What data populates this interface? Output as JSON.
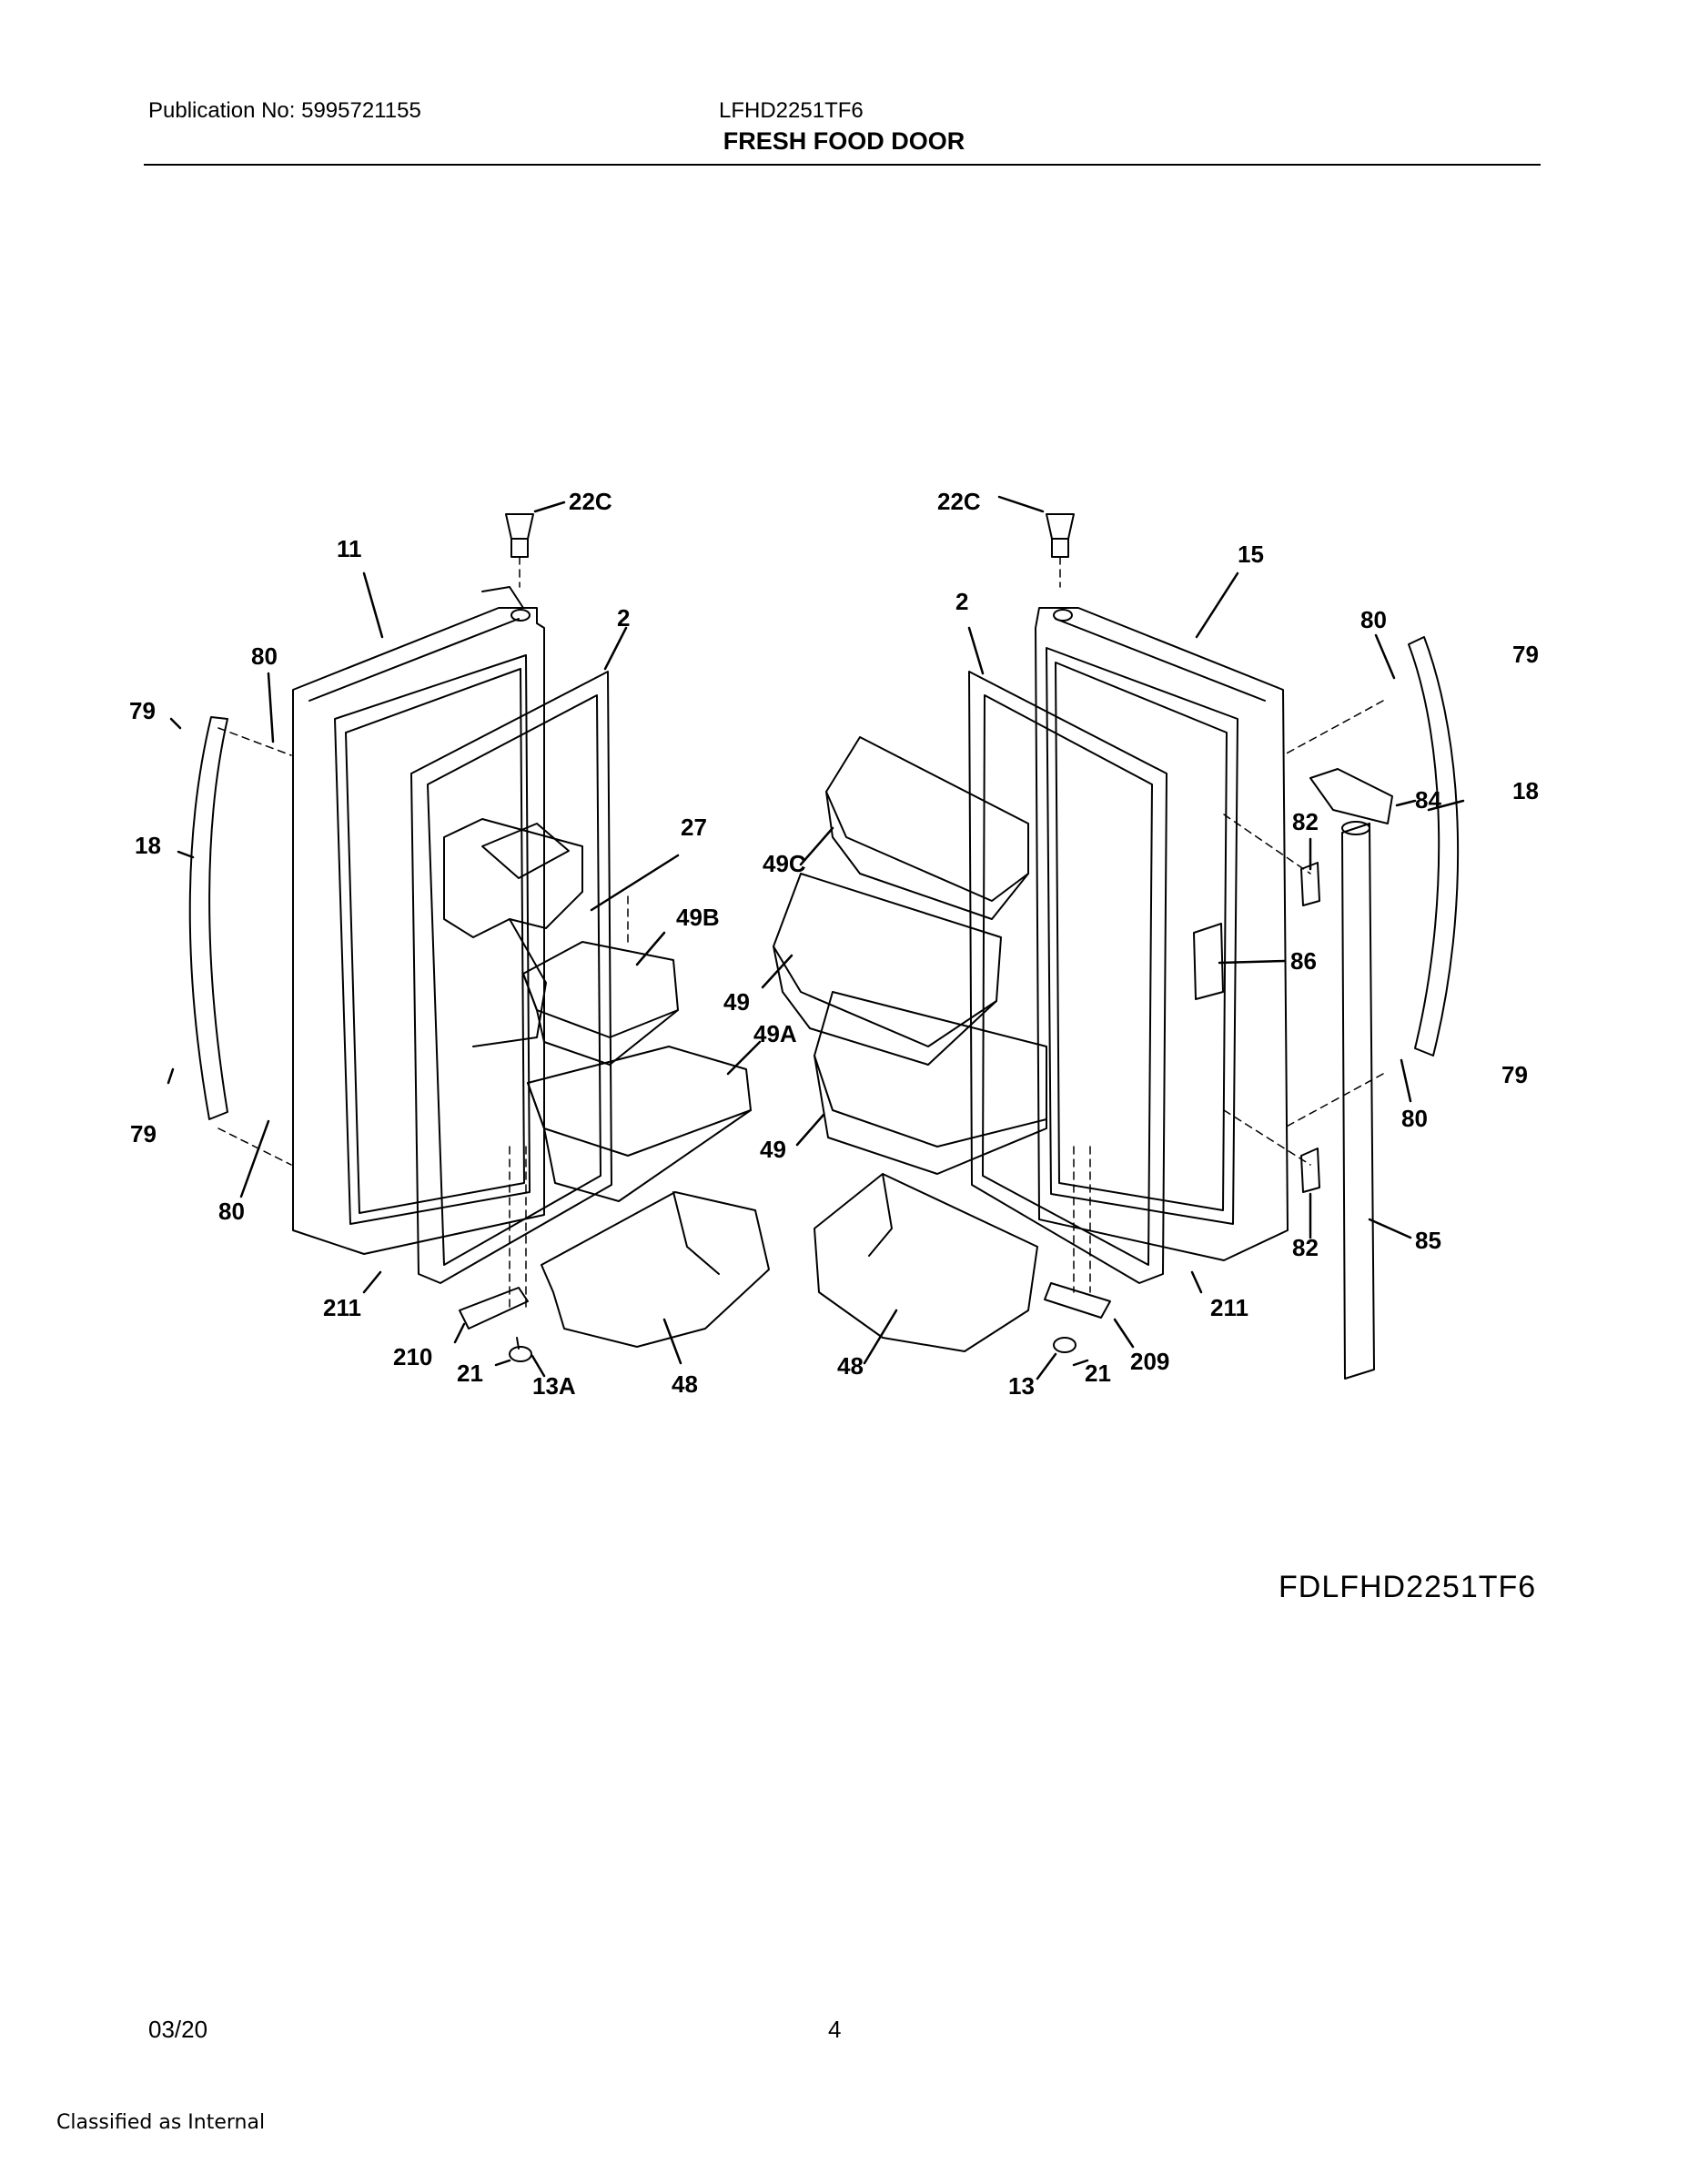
{
  "header": {
    "publication": "Publication No: 5995721155",
    "model": "LFHD2251TF6",
    "title": "FRESH FOOD DOOR"
  },
  "parts": {
    "p22c_left": "22C",
    "p22c_right": "22C",
    "p11": "11",
    "p15": "15",
    "p2_left": "2",
    "p2_right": "2",
    "p80_tl": "80",
    "p80_bl": "80",
    "p80_tr": "80",
    "p80_br": "80",
    "p79_tl": "79",
    "p79_bl": "79",
    "p79_tr": "79",
    "p79_br": "79",
    "p18_left": "18",
    "p18_right": "18",
    "p27": "27",
    "p49b": "49B",
    "p49a": "49A",
    "p49c": "49C",
    "p49_upper": "49",
    "p49_lower": "49",
    "p84": "84",
    "p82_upper": "82",
    "p82_lower": "82",
    "p86": "86",
    "p85": "85",
    "p211_left": "211",
    "p211_right": "211",
    "p210": "210",
    "p209": "209",
    "p21_left": "21",
    "p21_right": "21",
    "p13a": "13A",
    "p13": "13",
    "p48_left": "48",
    "p48_right": "48"
  },
  "figure_code": "FDLFHD2251TF6",
  "footer": {
    "date": "03/20",
    "page": "4",
    "classification": "Classified as Internal"
  }
}
